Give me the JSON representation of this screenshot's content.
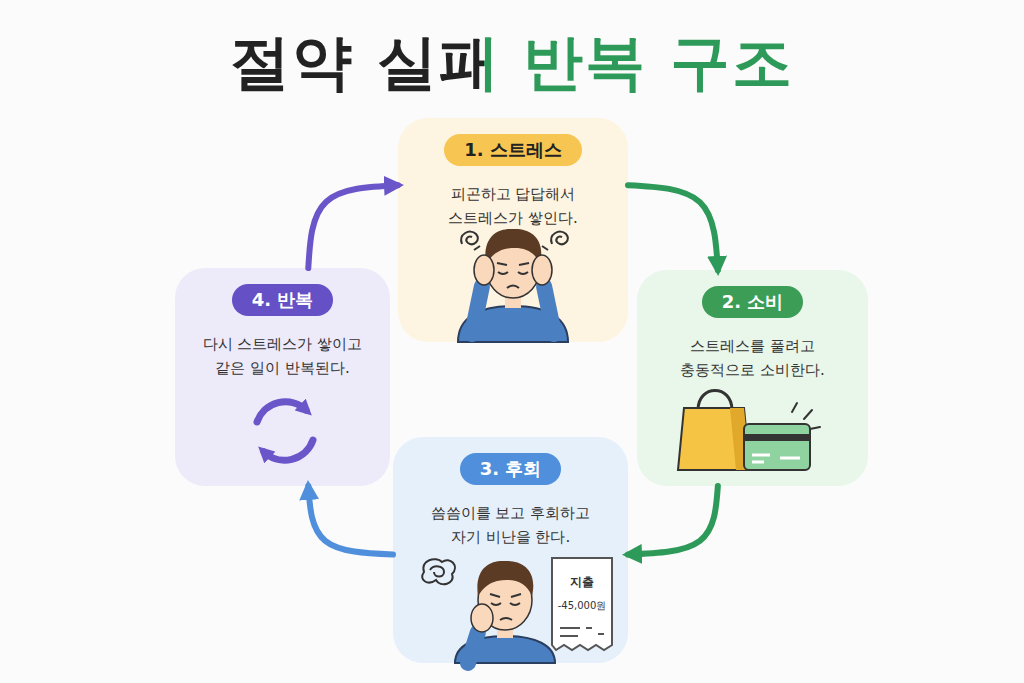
{
  "diagram": {
    "title": "절약 실패 반복 구조",
    "nodes": [
      {
        "text": [
          "1. 스트레스",
          "피곤하고 답답해서 스트레스가 쌓인다."
        ]
      },
      {
        "text": [
          "2. 소비",
          "스트레스를 풀려고 충동적으로 소비한다."
        ]
      },
      {
        "text": [
          "3. 후회",
          "씀씀이를 보고 후회하고 자기 비난을 한다."
        ]
      },
      {
        "text": [
          "4. 반복",
          "다시 스트레스가 쌓이고 같은 일이 반복된다."
        ]
      }
    ],
    "edges": [
      {
        "from": 0,
        "to": 1,
        "arrow": "to"
      },
      {
        "from": 1,
        "to": 2,
        "arrow": "to"
      },
      {
        "from": 2,
        "to": 3,
        "arrow": "to"
      },
      {
        "from": 3,
        "to": 0,
        "arrow": "to"
      }
    ],
    "labels": [
      "지출",
      "-45,000원"
    ]
  }
}
